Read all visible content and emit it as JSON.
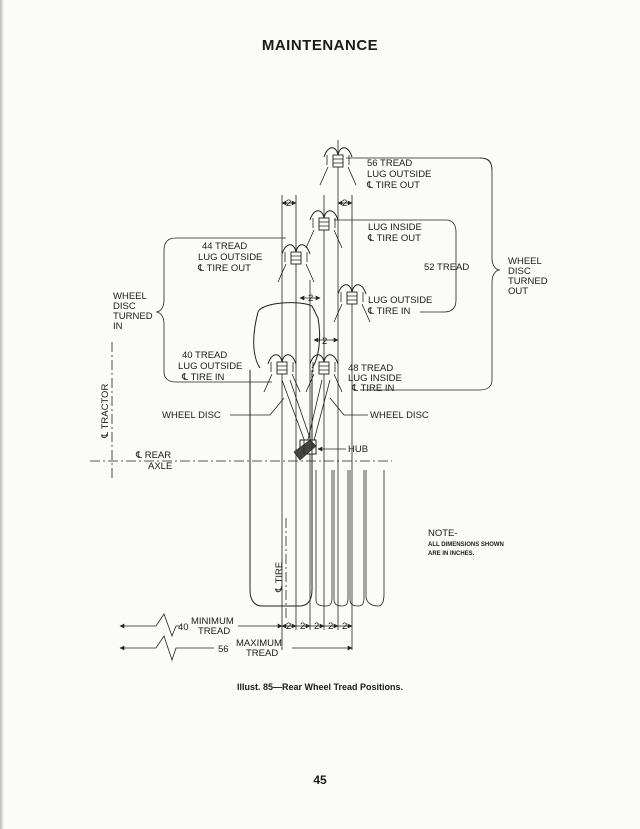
{
  "page": {
    "header": "MAINTENANCE",
    "caption": "Illust. 85—Rear Wheel Tread Positions.",
    "page_number": "45"
  },
  "labels": {
    "tread56": [
      "56 TREAD",
      "LUG OUTSIDE",
      "℄ TIRE OUT"
    ],
    "lug_inside_top": [
      "LUG INSIDE",
      "℄ TIRE OUT"
    ],
    "tread44": [
      "44 TREAD",
      "LUG OUTSIDE",
      "℄ TIRE OUT"
    ],
    "tread52": "52 TREAD",
    "wheel_disc_out": [
      "WHEEL",
      "DISC",
      "TURNED",
      "OUT"
    ],
    "wheel_disc_in": [
      "WHEEL",
      "DISC",
      "TURNED",
      "IN"
    ],
    "lug_outside_mid": [
      "LUG OUTSIDE",
      "℄ TIRE IN"
    ],
    "tread40": [
      "40 TREAD",
      "LUG OUTSIDE",
      "℄ TIRE IN"
    ],
    "tread48": [
      "48 TREAD",
      "LUG INSIDE",
      "℄ TIRE IN"
    ],
    "wheel_disc_left": "WHEEL DISC",
    "wheel_disc_right": "WHEEL DISC",
    "hub": "HUB",
    "tractor_cl": "℄ TRACTOR",
    "rear_axle": [
      "℄ REAR",
      "AXLE"
    ],
    "tire_cl": "℄ TIRE",
    "spacing": "2",
    "min_value": "40",
    "min_label": [
      "MINIMUM",
      "TREAD"
    ],
    "max_value": "56",
    "max_label": [
      "MAXIMUM",
      "TREAD"
    ],
    "note": [
      "NOTE-",
      "ALL DIMENSIONS SHOWN",
      "ARE IN INCHES."
    ]
  }
}
